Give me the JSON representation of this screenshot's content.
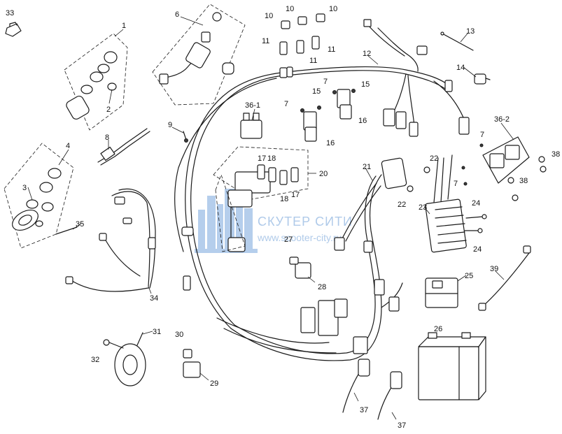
{
  "watermark": {
    "title": "СКУТЕР СИТИ",
    "url": "www.scooter-city.ru"
  },
  "callouts": [
    {
      "id": "c1",
      "label": "1"
    },
    {
      "id": "c2",
      "label": "2"
    },
    {
      "id": "c3",
      "label": "3"
    },
    {
      "id": "c4",
      "label": "4"
    },
    {
      "id": "c6",
      "label": "6"
    },
    {
      "id": "c7a",
      "label": "7"
    },
    {
      "id": "c7b",
      "label": "7"
    },
    {
      "id": "c7c",
      "label": "7"
    },
    {
      "id": "c7d",
      "label": "7"
    },
    {
      "id": "c8",
      "label": "8"
    },
    {
      "id": "c9",
      "label": "9"
    },
    {
      "id": "c10a",
      "label": "10"
    },
    {
      "id": "c10b",
      "label": "10"
    },
    {
      "id": "c10c",
      "label": "10"
    },
    {
      "id": "c11a",
      "label": "11"
    },
    {
      "id": "c11b",
      "label": "11"
    },
    {
      "id": "c11c",
      "label": "11"
    },
    {
      "id": "c12",
      "label": "12"
    },
    {
      "id": "c13",
      "label": "13"
    },
    {
      "id": "c14",
      "label": "14"
    },
    {
      "id": "c15a",
      "label": "15"
    },
    {
      "id": "c15b",
      "label": "15"
    },
    {
      "id": "c16a",
      "label": "16"
    },
    {
      "id": "c16b",
      "label": "16"
    },
    {
      "id": "c17a",
      "label": "17"
    },
    {
      "id": "c17b",
      "label": "17"
    },
    {
      "id": "c18a",
      "label": "18"
    },
    {
      "id": "c18b",
      "label": "18"
    },
    {
      "id": "c20",
      "label": "20"
    },
    {
      "id": "c21",
      "label": "21"
    },
    {
      "id": "c22a",
      "label": "22"
    },
    {
      "id": "c22b",
      "label": "22"
    },
    {
      "id": "c23",
      "label": "23"
    },
    {
      "id": "c24a",
      "label": "24"
    },
    {
      "id": "c24b",
      "label": "24"
    },
    {
      "id": "c25",
      "label": "25"
    },
    {
      "id": "c26",
      "label": "26"
    },
    {
      "id": "c27",
      "label": "27"
    },
    {
      "id": "c28",
      "label": "28"
    },
    {
      "id": "c29",
      "label": "29"
    },
    {
      "id": "c30",
      "label": "30"
    },
    {
      "id": "c31",
      "label": "31"
    },
    {
      "id": "c32",
      "label": "32"
    },
    {
      "id": "c33",
      "label": "33"
    },
    {
      "id": "c34",
      "label": "34"
    },
    {
      "id": "c35",
      "label": "35"
    },
    {
      "id": "c36-1",
      "label": "36-1"
    },
    {
      "id": "c36-2",
      "label": "36-2"
    },
    {
      "id": "c37a",
      "label": "37"
    },
    {
      "id": "c37b",
      "label": "37"
    },
    {
      "id": "c38a",
      "label": "38"
    },
    {
      "id": "c38b",
      "label": "38"
    },
    {
      "id": "c39",
      "label": "39"
    }
  ]
}
